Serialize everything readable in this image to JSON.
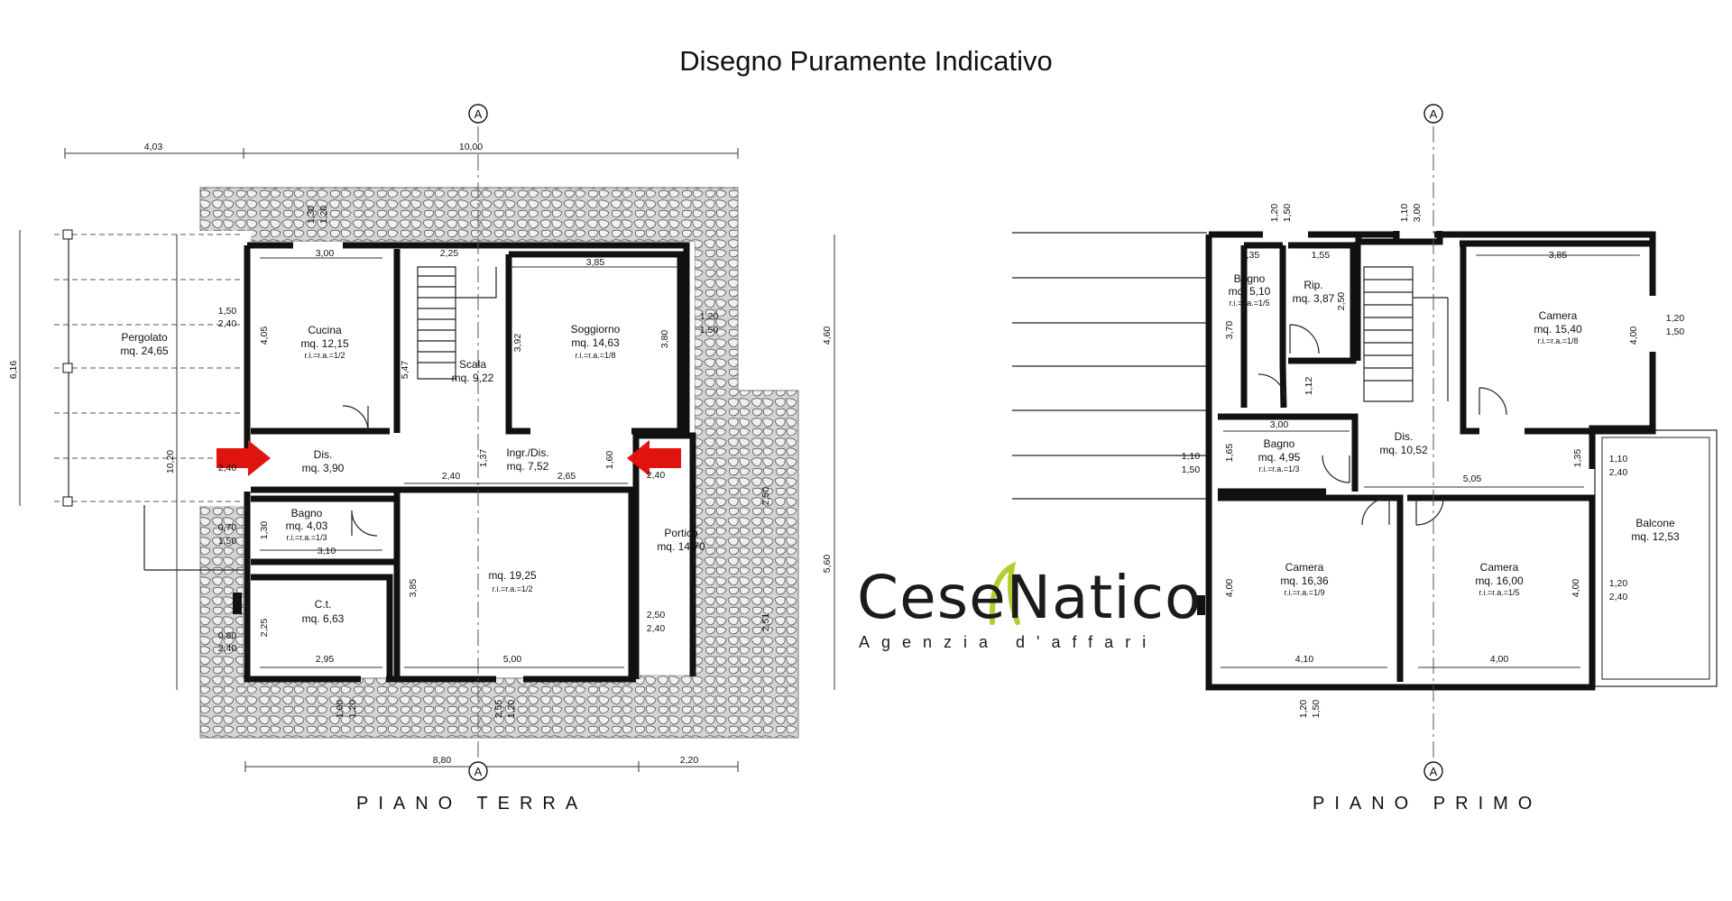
{
  "title": "Disegno Puramente Indicativo",
  "axis_marker": "A",
  "ground_floor": {
    "label": "PIANO TERRA",
    "rooms": [
      {
        "name": "Pergolato",
        "area": "mq. 24,65",
        "ratio": ""
      },
      {
        "name": "Cucina",
        "area": "mq. 12,15",
        "ratio": "r.i.=r.a.=1/2"
      },
      {
        "name": "Scala",
        "area": "mq. 9,22",
        "ratio": ""
      },
      {
        "name": "Soggiorno",
        "area": "mq. 14,63",
        "ratio": "r.i.=r.a.=1/8"
      },
      {
        "name": "Dis.",
        "area": "mq. 3,90",
        "ratio": ""
      },
      {
        "name": "Ingr./Dis.",
        "area": "mq. 7,52",
        "ratio": ""
      },
      {
        "name": "Bagno",
        "area": "mq. 4,03",
        "ratio": "r.i.=r.a.=1/3"
      },
      {
        "name": "",
        "area": "mq. 19,25",
        "ratio": "r.i.=r.a.=1/2"
      },
      {
        "name": "Portico",
        "area": "mq. 14,70",
        "ratio": ""
      },
      {
        "name": "C.t.",
        "area": "mq. 6,63",
        "ratio": ""
      }
    ],
    "dimensions": [
      "4,03",
      "10,00",
      "1,30",
      "1,20",
      "3,00",
      "2,25",
      "3,85",
      "1,50",
      "2,40",
      "4,05",
      "5,47",
      "3,92",
      "3,80",
      "1,20",
      "1,50",
      "4,60",
      "6,16",
      "10,20",
      "2,40",
      "1,37",
      "2,40",
      "2,65",
      "1,60",
      "2,40",
      "2,50",
      "0,70",
      "1,50",
      "1,30",
      "3,10",
      "3,85",
      "5,60",
      "2,51",
      "2,50",
      "2,40",
      "0,80",
      "2,40",
      "2,25",
      "2,95",
      "5,00",
      "1,00",
      "1,20",
      "2,55",
      "1,20",
      "8,80",
      "2,20"
    ]
  },
  "first_floor": {
    "label": "PIANO PRIMO",
    "rooms": [
      {
        "name": "Bagno",
        "area": "mq. 5,10",
        "ratio": "r.i.=r.a.=1/5"
      },
      {
        "name": "Rip.",
        "area": "mq. 3,87",
        "ratio": ""
      },
      {
        "name": "Camera",
        "area": "mq. 15,40",
        "ratio": "r.i.=r.a.=1/8"
      },
      {
        "name": "Bagno",
        "area": "mq. 4,95",
        "ratio": "r.i.=r.a.=1/3"
      },
      {
        "name": "Dis.",
        "area": "mq. 10,52",
        "ratio": ""
      },
      {
        "name": "Balcone",
        "area": "mq. 12,53",
        "ratio": ""
      },
      {
        "name": "Camera",
        "area": "mq. 16,36",
        "ratio": "r.i.=r.a.=1/9"
      },
      {
        "name": "Camera",
        "area": "mq. 16,00",
        "ratio": "r.i.=r.a.=1/5"
      }
    ],
    "dimensions": [
      "1,20",
      "1,50",
      "1,10",
      "3,00",
      "1,35",
      "1,55",
      "3,85",
      "2,50",
      "3,70",
      "1,12",
      "4,00",
      "1,20",
      "1,50",
      "3,00",
      "1,65",
      "1,35",
      "1,10",
      "1,50",
      "5,05",
      "1,10",
      "2,40",
      "4,00",
      "4,00",
      "1,20",
      "2,40",
      "4,10",
      "4,00",
      "1,20",
      "1,50"
    ]
  },
  "logo": {
    "name": "CeseNatico",
    "tagline": "Agenzia d'affari"
  },
  "colors": {
    "walls": "#111111",
    "stone": "#c8c8c8",
    "arrow": "#e0140f",
    "logo_accent": "#b5cc2e"
  }
}
